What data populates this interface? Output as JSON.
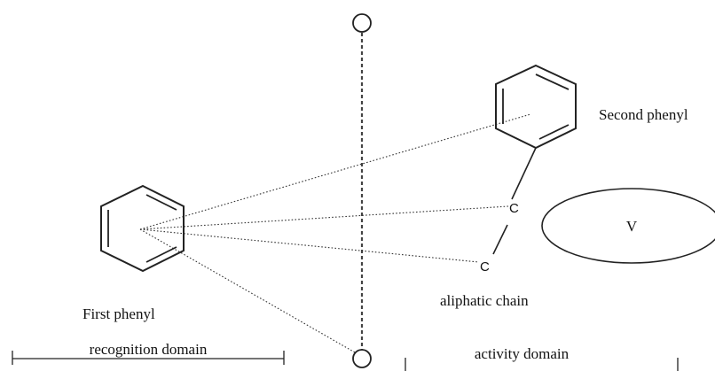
{
  "diagram": {
    "labels": {
      "second_phenyl": "Second phenyl",
      "first_phenyl": "First phenyl",
      "aliphatic_chain": "aliphatic chain",
      "recognition_domain": "recognition domain",
      "activity_domain": "activity domain",
      "v": "V",
      "atom_c_upper": "C",
      "atom_c_lower": "C"
    }
  }
}
